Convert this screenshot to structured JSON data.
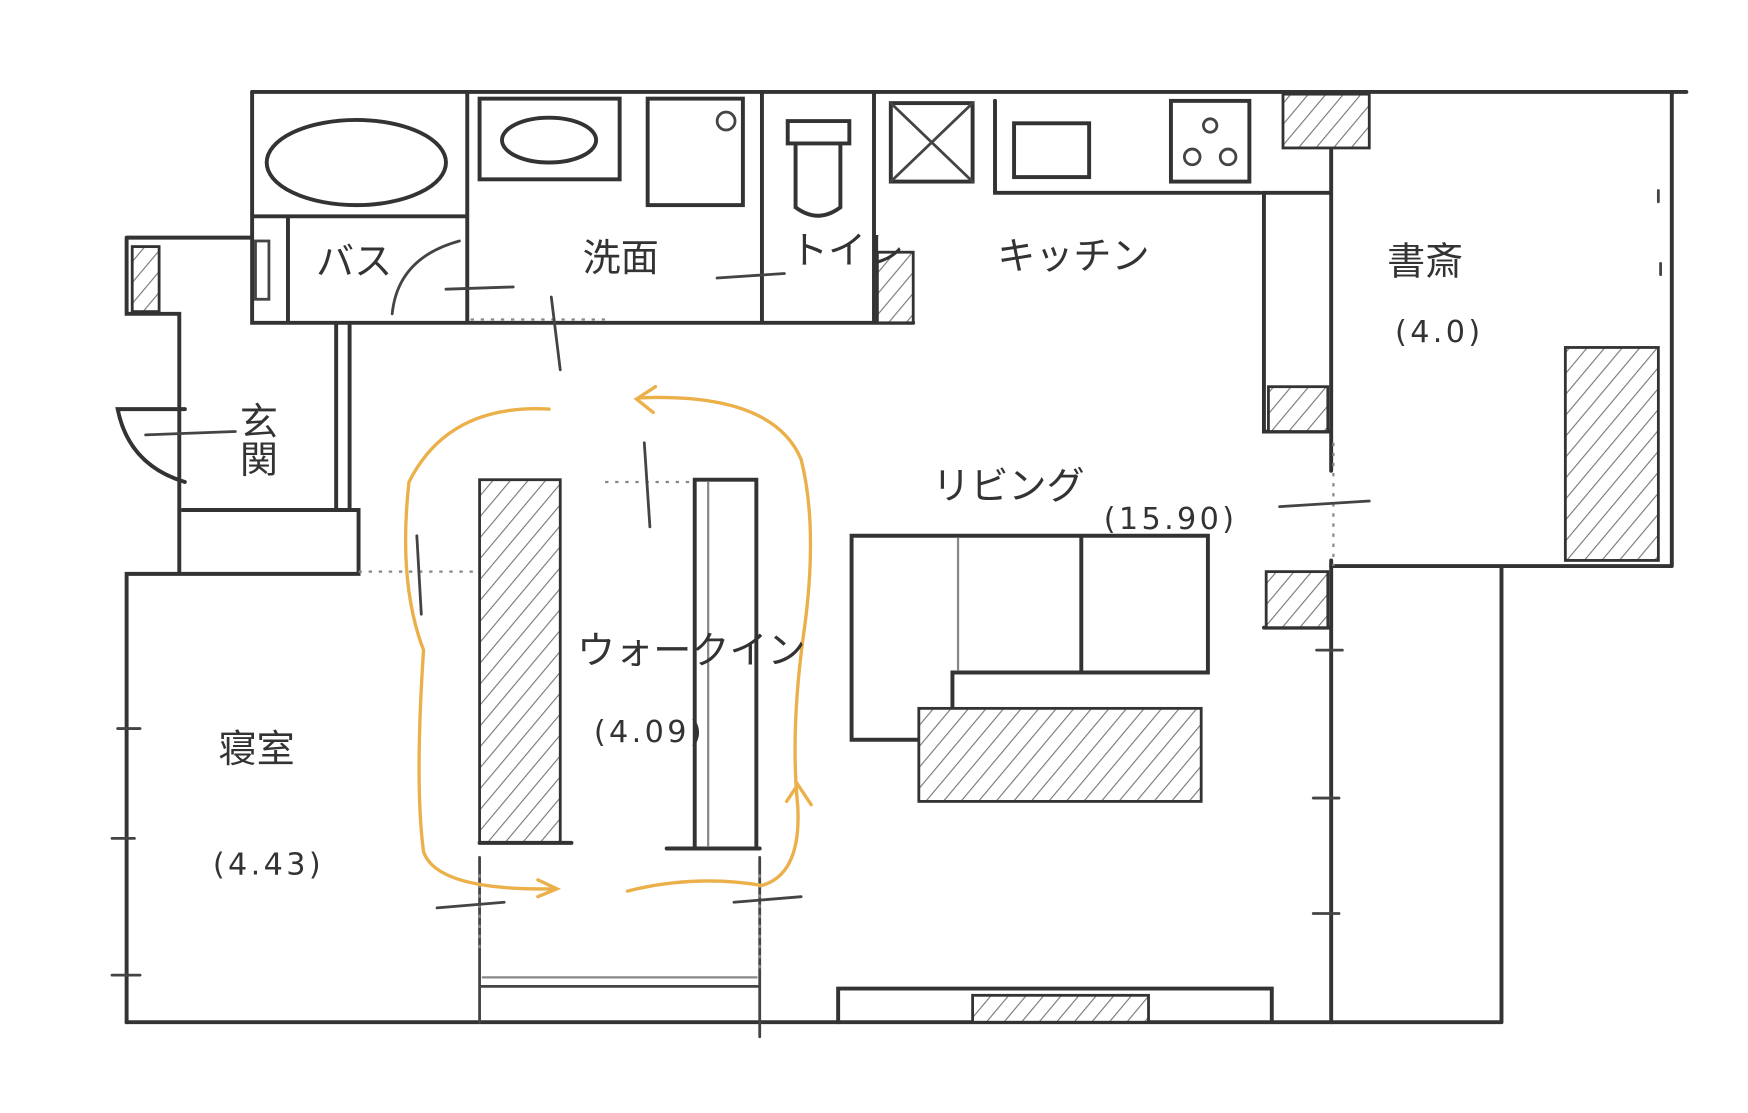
{
  "rooms": {
    "bath": {
      "label": "バス"
    },
    "washroom": {
      "label": "洗面"
    },
    "toilet": {
      "label": "トイレ"
    },
    "kitchen": {
      "label": "キッチン"
    },
    "study": {
      "label": "書斎",
      "area": "(4.0)"
    },
    "entrance": {
      "label": "玄関"
    },
    "living": {
      "label": "リビング",
      "area": "(15.90)"
    },
    "walkin": {
      "label": "ウォークイン",
      "area": "(4.09)"
    },
    "bedroom": {
      "label": "寝室",
      "area": "(4.43)"
    }
  },
  "colors": {
    "walls": "#333333",
    "circulation_path": "#EBB04A"
  }
}
